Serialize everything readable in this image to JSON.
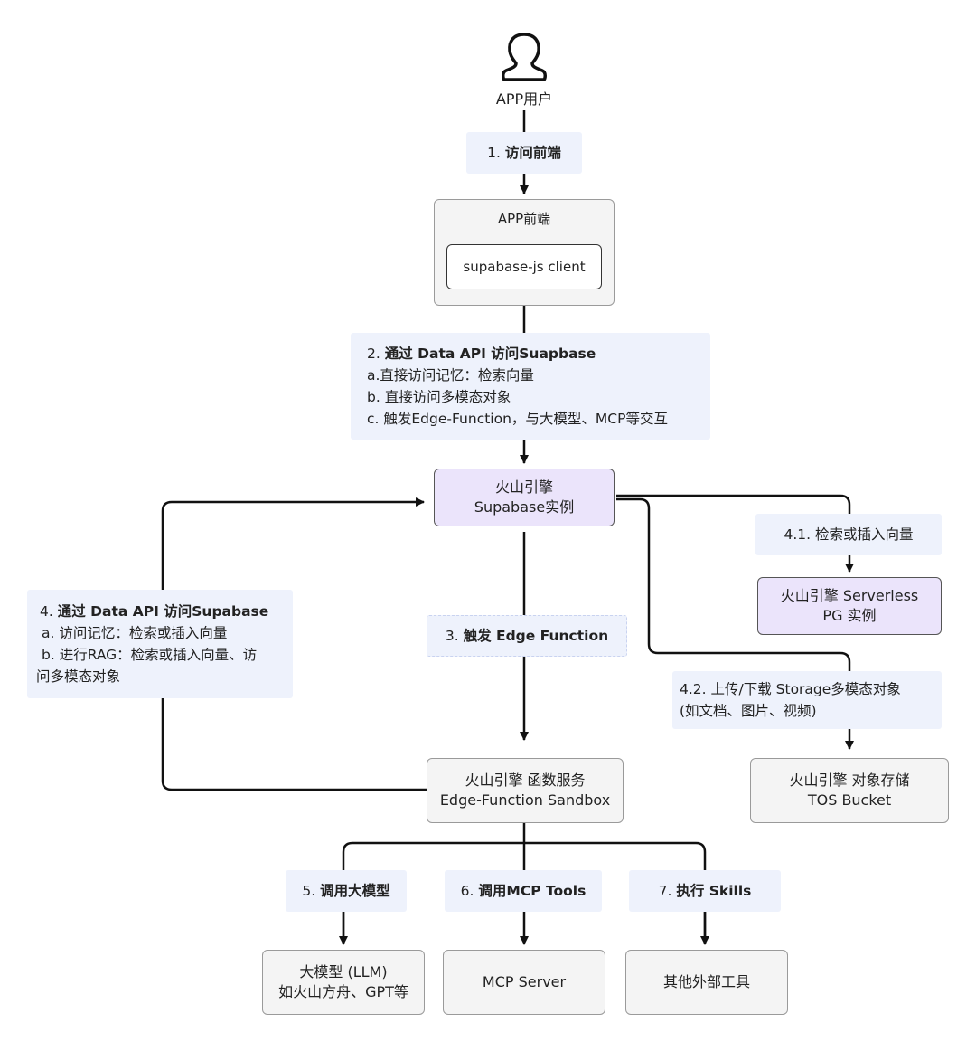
{
  "user": {
    "label": "APP用户"
  },
  "steps": {
    "s1": {
      "num": "1.",
      "text": "访问前端"
    },
    "s2": {
      "num": "2.",
      "title": "通过 Data API 访问Suapbase",
      "lines": [
        "a.直接访问记忆：检索向量",
        "b. 直接访问多模态对象",
        "c. 触发Edge-Function，与大模型、MCP等交互"
      ]
    },
    "s3": {
      "num": "3.",
      "text": "触发 Edge Function"
    },
    "s4": {
      "num": "4.",
      "title": "通过 Data API 访问Supabase",
      "lines": [
        "a. 访问记忆：检索或插入向量",
        "b. 进行RAG：检索或插入向量、访",
        "问多模态对象"
      ]
    },
    "s41": {
      "text": "4.1. 检索或插入向量"
    },
    "s42": {
      "lines": [
        "4.2. 上传/下载 Storage多模态对象",
        "(如文档、图片、视频)"
      ]
    },
    "s5": {
      "num": "5.",
      "text": "调用大模型"
    },
    "s6": {
      "num": "6.",
      "text": "调用MCP Tools"
    },
    "s7": {
      "num": "7.",
      "text": "执行 Skills"
    }
  },
  "nodes": {
    "frontend": {
      "title": "APP前端",
      "inner": "supabase-js client"
    },
    "supabase": {
      "lines": [
        "火山引擎",
        "Supabase实例"
      ]
    },
    "pg": {
      "lines": [
        "火山引擎 Serverless",
        "PG 实例"
      ]
    },
    "edge": {
      "lines": [
        "火山引擎 函数服务",
        "Edge-Function Sandbox"
      ]
    },
    "tos": {
      "lines": [
        "火山引擎 对象存储",
        "TOS Bucket"
      ]
    },
    "llm": {
      "lines": [
        "大模型 (LLM)",
        "如火山方舟、GPT等"
      ]
    },
    "mcp": {
      "text": "MCP Server"
    },
    "tools": {
      "text": "其他外部工具"
    }
  },
  "colors": {
    "node_fill": "#f4f4f4",
    "purple_fill": "#ebe4fb",
    "label_fill": "#eef2fc",
    "line": "#111111"
  },
  "icons": {
    "user": "user-icon"
  }
}
